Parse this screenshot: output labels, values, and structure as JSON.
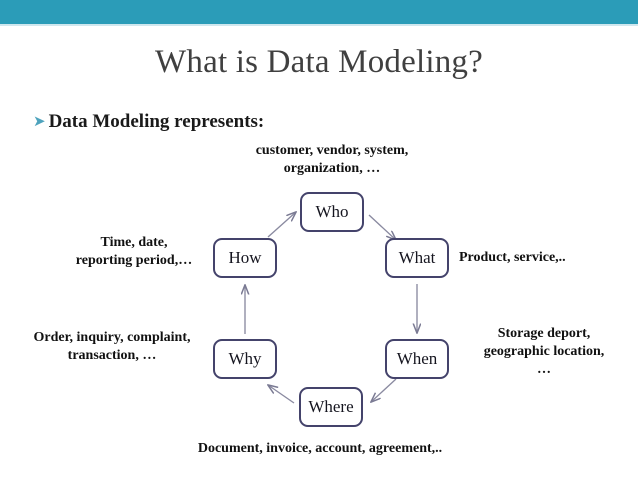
{
  "slide": {
    "title": "What is Data Modeling?",
    "bullet_marker": "➤",
    "bullet_text": "Data Modeling represents:",
    "accent_color": "#2b9cb8",
    "title_color": "#404040",
    "box_border_color": "#44436b"
  },
  "diagram": {
    "type": "cycle",
    "nodes": [
      {
        "id": "who",
        "label": "Who"
      },
      {
        "id": "what",
        "label": "What"
      },
      {
        "id": "when",
        "label": "When"
      },
      {
        "id": "where",
        "label": "Where"
      },
      {
        "id": "why",
        "label": "Why"
      },
      {
        "id": "how",
        "label": "How"
      }
    ],
    "edges": [
      {
        "from": "how",
        "to": "who"
      },
      {
        "from": "who",
        "to": "what"
      },
      {
        "from": "what",
        "to": "when"
      },
      {
        "from": "when",
        "to": "where"
      },
      {
        "from": "where",
        "to": "why"
      },
      {
        "from": "why",
        "to": "how"
      }
    ],
    "captions": {
      "who": {
        "line1": "customer, vendor, system,",
        "line2": "organization, …"
      },
      "how": {
        "line1": "Time,  date,",
        "line2": "reporting period,…"
      },
      "what": {
        "line1": "Product, service,.."
      },
      "why": {
        "line1": "Order, inquiry, complaint,",
        "line2": "transaction, …"
      },
      "when": {
        "line1": "Storage deport,",
        "line2": "geographic location,",
        "line3": "…"
      },
      "where": {
        "line1": "Document, invoice, account, agreement,.."
      }
    }
  }
}
